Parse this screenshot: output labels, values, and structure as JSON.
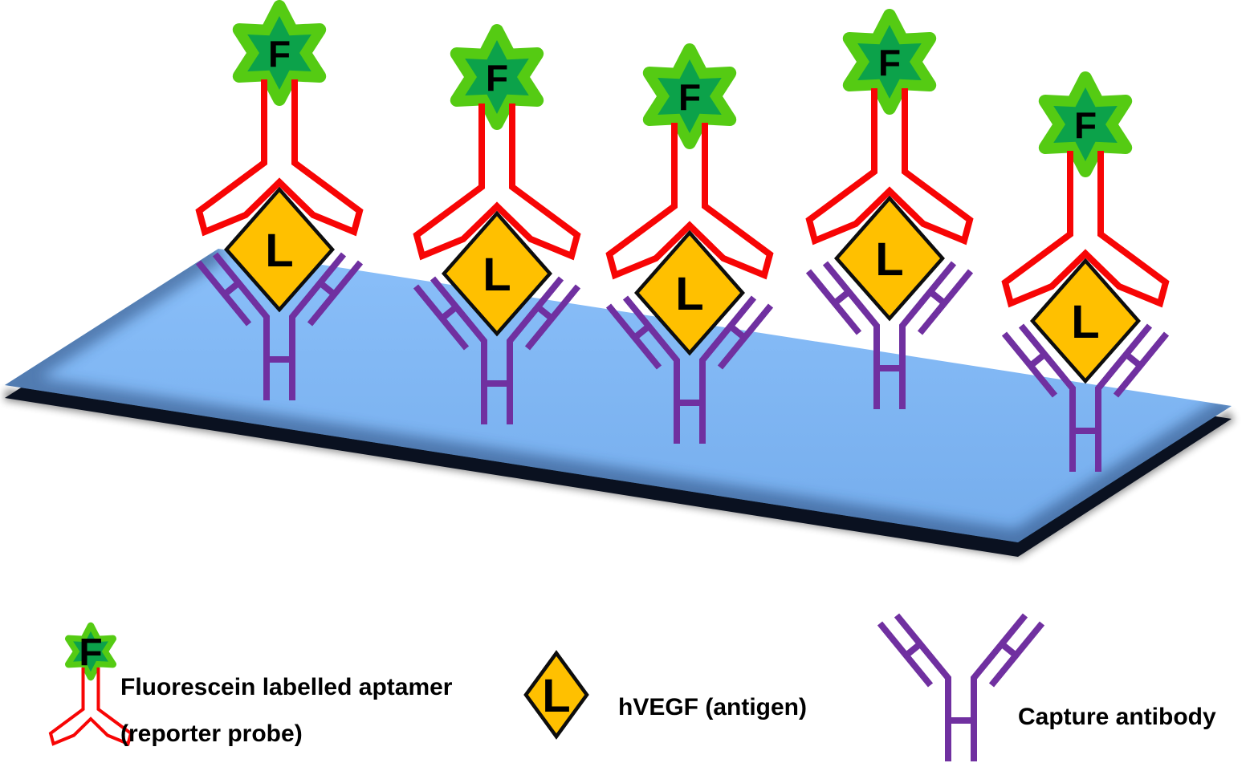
{
  "molecules": {
    "fluorophore_label": "F",
    "antigen_label": "L"
  },
  "scene": {
    "complex_count": 5,
    "surface": "microplate-surface"
  },
  "legend": {
    "items": [
      {
        "icon": "fluorescein-aptamer-icon",
        "label_line1": "Fluorescein labelled aptamer",
        "label_line2": "(reporter probe)"
      },
      {
        "icon": "antigen-diamond-icon",
        "label": "hVEGF (antigen)"
      },
      {
        "icon": "capture-antibody-icon",
        "label": "Capture antibody"
      }
    ]
  },
  "colors": {
    "fluorophore_outer_green": "#55CB13",
    "fluorophore_inner_green": "#0CA24A",
    "aptamer_red": "#F70505",
    "antigen_fill": "#FFC000",
    "antigen_border": "#0D0D0D",
    "antibody_purple": "#7030A0",
    "plate_blue": "#7FB8F6",
    "plate_edge_dark": "#0A1120",
    "label_text": "#000000",
    "background": "#FFFFFF"
  }
}
